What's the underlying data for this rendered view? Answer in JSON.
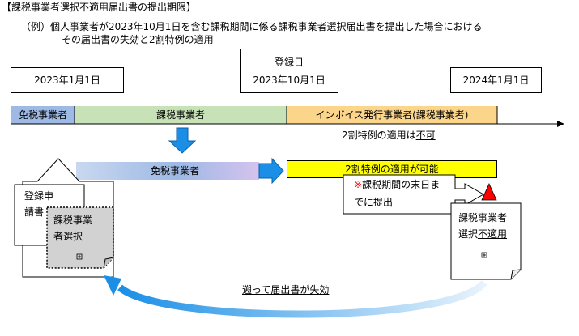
{
  "heading": "【課税事業者選択不適用届出書の提出期限】",
  "example": {
    "line1": "（例）個人事業者が2023年10月1日を含む課税期間に係る課税事業者選択届出書を提出した場合における",
    "line2": "その届出書の失効と2割特例の適用"
  },
  "dates": {
    "start": "2023年1月1日",
    "registration_label": "登録日",
    "registration_date": "2023年10月1日",
    "end": "2024年1月1日"
  },
  "timeline": {
    "exempt": "免税事業者",
    "taxable": "課税事業者",
    "invoice": "インボイス発行事業者(課税事業者)"
  },
  "not_applicable": {
    "prefix": "2割特例の適用は",
    "emphasis": "不可"
  },
  "lower_bars": {
    "exempt": "免税事業者",
    "applicable": "2割特例の適用が可能"
  },
  "docs": {
    "registration_line1": "登録申",
    "registration_line2": "請書",
    "selection_line1": "課税事業",
    "selection_line2": "者選択",
    "non_application_line1": "課税事業者",
    "non_application_line2_a": "選択",
    "non_application_line2_b": "不適用"
  },
  "note": {
    "mark": "※",
    "line1": "課税期間の末日ま",
    "line2": "でに提出"
  },
  "return_label": "遡って届出書が失効",
  "colors": {
    "exempt_fill": "#9db9e4",
    "taxable_fill": "#c7e2b7",
    "invoice_fill": "#fbd58a",
    "yellow_fill": "#ffff00",
    "arrow_blue": "#1b8fe6",
    "red": "#ff0000"
  }
}
